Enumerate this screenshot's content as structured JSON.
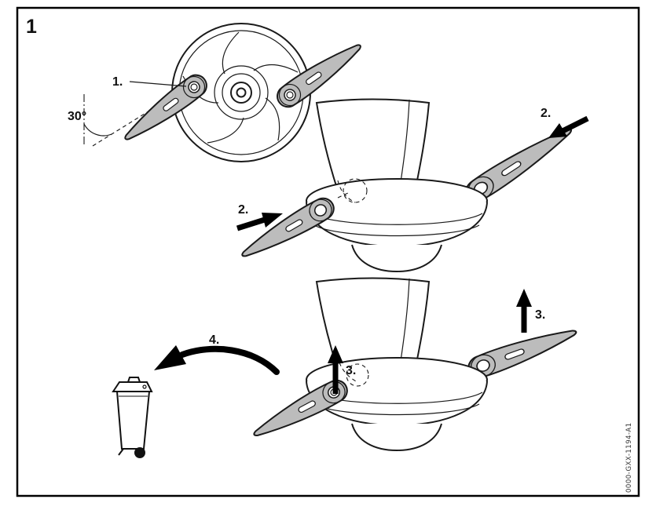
{
  "figure": {
    "number": "1",
    "code": "0000-GXX-1194-A1"
  },
  "labels": {
    "step1": "1.",
    "angle": "30°",
    "step2_left": "2.",
    "step2_right": "2.",
    "step3_left": "3.",
    "step3_right": "3.",
    "step4": "4."
  }
}
